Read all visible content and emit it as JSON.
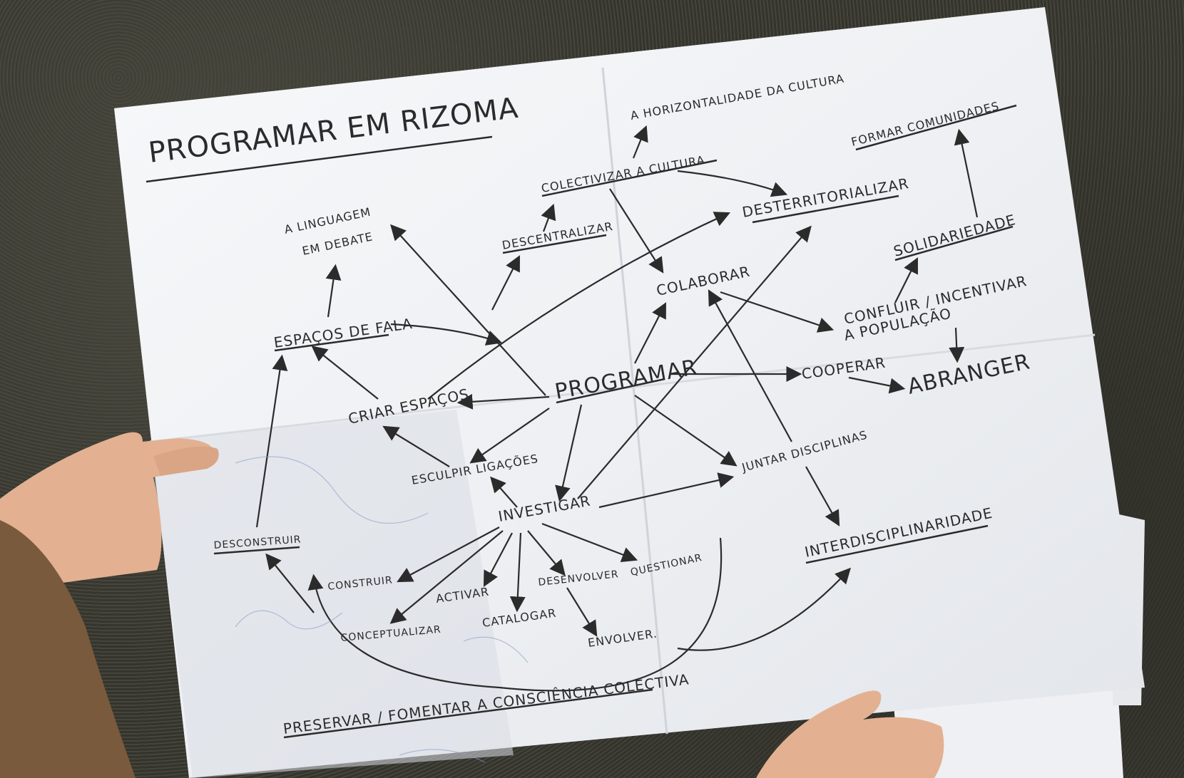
{
  "map_title": "PROGRAMAR EM RIZOMA",
  "nodes": {
    "horizontalidade": "A HORIZONTALIDADE DA CULTURA",
    "formar": "FORMAR COMUNIDADES",
    "colectivizar": "COLECTIVIZAR A CULTURA",
    "desterritorializar": "DESTERRITORIALIZAR",
    "linguagem_1": "A LINGUAGEM",
    "linguagem_2": "EM DEBATE",
    "descentralizar": "DESCENTRALIZAR",
    "solidariedade": "SOLIDARIEDADE",
    "colaborar": "COLABORAR",
    "confluir_1": "CONFLUIR / INCENTIVAR",
    "confluir_2": "A POPULAÇÃO",
    "espacos_fala": "ESPAÇOS DE FALA",
    "programar": "PROGRAMAR",
    "cooperar": "COOPERAR",
    "abranger": "ABRANGER",
    "criar_espacos": "CRIAR ESPAÇOS",
    "esculpir": "ESCULPIR LIGAÇÕES",
    "juntar": "JUNTAR DISCIPLINAS",
    "investigar": "INVESTIGAR",
    "desconstruir": "DESCONSTRUIR",
    "interdisciplinaridade": "INTERDISCIPLINARIDADE",
    "construir": "CONSTRUIR",
    "activar": "ACTIVAR",
    "desenvolver": "DESENVOLVER",
    "questionar": "QUESTIONAR",
    "conceptualizar": "CONCEPTUALIZAR",
    "catalogar": "CATALOGAR",
    "envolver": "ENVOLVER.",
    "preservar": "PRESERVAR / FOMENTAR A CONSCIÊNCIA COLECTIVA"
  },
  "colors": {
    "paper": "#f4f5f7",
    "ink": "#2b2b2b",
    "ground": "#3a3a32",
    "skin": "#e8b89a"
  }
}
